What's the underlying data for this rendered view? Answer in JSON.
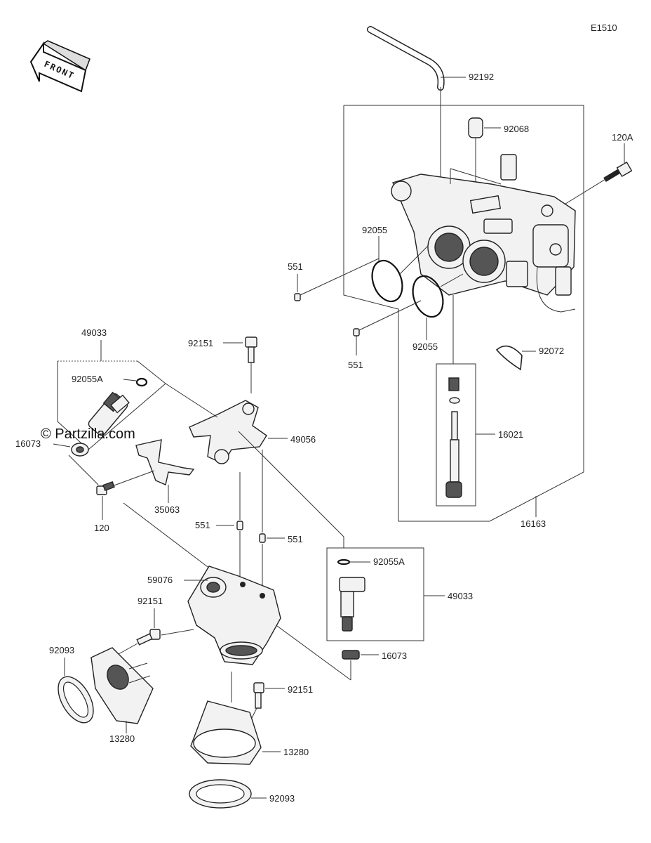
{
  "diagram_code": "E1510",
  "front_label": "FRONT",
  "watermark": "© Partzilla.com",
  "labels": {
    "p92192": "92192",
    "p92068": "92068",
    "p120A": "120A",
    "p92055_top": "92055",
    "p551_left": "551",
    "p92055_mid": "92055",
    "p551_mid": "551",
    "p92072": "92072",
    "p16021": "16021",
    "p16163": "16163",
    "p49033_top": "49033",
    "p92151_top": "92151",
    "p92055A_top": "92055A",
    "p16073_left": "16073",
    "p49056": "49056",
    "p35063": "35063",
    "p120": "120",
    "p551_a": "551",
    "p551_b": "551",
    "p92055A_box": "92055A",
    "p49033_box": "49033",
    "p59076": "59076",
    "p92151_mid": "92151",
    "p92093_left": "92093",
    "p13280_left": "13280",
    "p16073_box": "16073",
    "p92151_low": "92151",
    "p13280_right": "13280",
    "p92093_bottom": "92093"
  }
}
